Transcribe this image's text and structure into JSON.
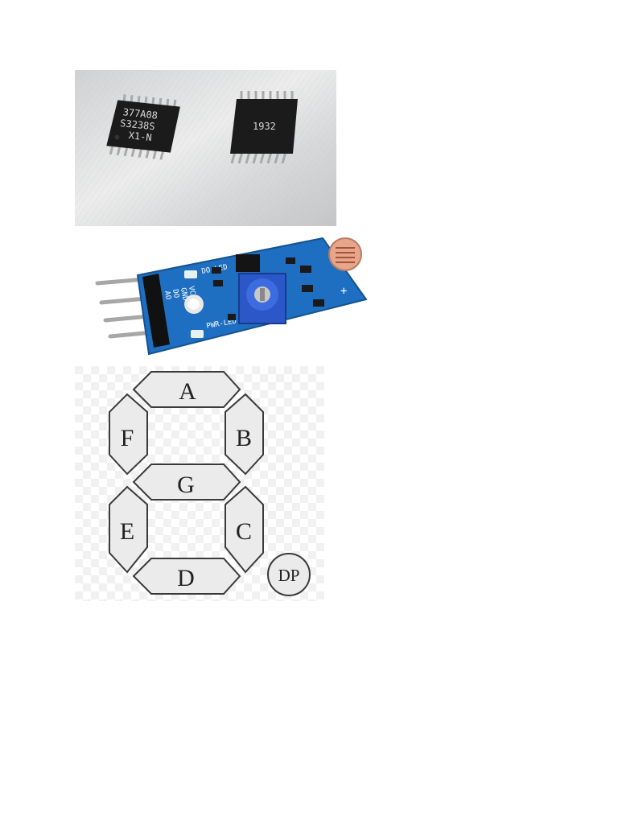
{
  "figures": {
    "chips": {
      "chip1_lines": [
        "377A08",
        "S3238S",
        "X1-N"
      ],
      "chip2_label": "1932"
    },
    "sensor_module": {
      "pin_labels": [
        "AO",
        "DO",
        "GND",
        "VCC"
      ],
      "led_labels": [
        "DO-LED",
        "PWR-LED"
      ],
      "plus": "+"
    },
    "seven_segment": {
      "segments": {
        "a": "A",
        "b": "B",
        "c": "C",
        "d": "D",
        "e": "E",
        "f": "F",
        "g": "G"
      },
      "decimal_point": "DP"
    }
  },
  "colors": {
    "pcb_blue": "#1e6fc1",
    "chip_black": "#1b1b1b",
    "segment_fill": "#ebebeb",
    "segment_stroke": "#3a3a3a"
  }
}
